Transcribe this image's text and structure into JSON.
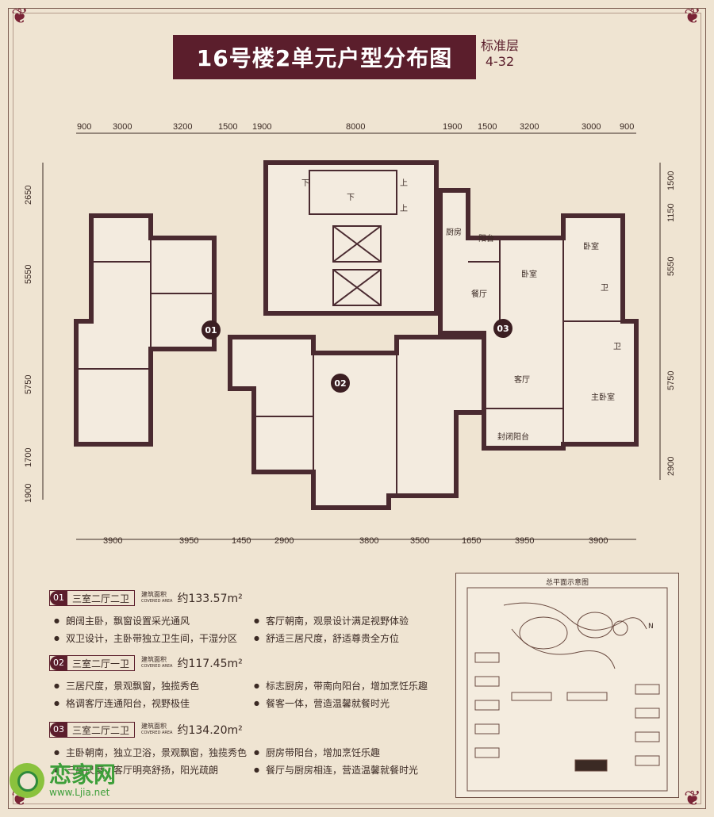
{
  "title": "16号楼2单元户型分布图",
  "floor_label": "标准层",
  "floor_range": "4-32",
  "dims_top": [
    "900",
    "3000",
    "3200",
    "1500",
    "1900",
    "8000",
    "1900",
    "1500",
    "3200",
    "3000",
    "900"
  ],
  "dims_bottom": [
    "3900",
    "3950",
    "1450",
    "2900",
    "3800",
    "3500",
    "1650",
    "3950",
    "3900"
  ],
  "dims_left": [
    "2650",
    "5550",
    "5750",
    "1700",
    "1900"
  ],
  "dims_right": [
    "1500",
    "1150",
    "5550",
    "5750",
    "2900"
  ],
  "rooms": {
    "kitchen": "厨房",
    "balcony": "阳台",
    "bedroom1": "卧室",
    "bedroom2": "卧室",
    "dining": "餐厅",
    "bath1": "卫",
    "bath2": "卫",
    "living": "客厅",
    "master": "主卧室",
    "enclosed_balcony": "封闭阳台",
    "down1": "下",
    "down2": "下",
    "up1": "上",
    "up2": "上"
  },
  "units": [
    "01",
    "02",
    "03"
  ],
  "specs": [
    {
      "num": "01",
      "type": "三室二厅二卫",
      "area_label": "建筑面积",
      "area_label_en": "COVERED AREA",
      "area": "约133.57m²",
      "features": [
        "朗阔主卧，飘窗设置采光通风",
        "客厅朝南，观景设计满足视野体验",
        "双卫设计，主卧带独立卫生间，干湿分区",
        "舒适三居尺度，舒适尊贵全方位"
      ]
    },
    {
      "num": "02",
      "type": "三室二厅一卫",
      "area_label": "建筑面积",
      "area_label_en": "COVERED AREA",
      "area": "约117.45m²",
      "features": [
        "三居尺度，景观飘窗，独揽秀色",
        "标志厨房，带南向阳台，增加烹饪乐趣",
        "格调客厅连通阳台，视野极佳",
        "餐客一体，营造温馨就餐时光"
      ]
    },
    {
      "num": "03",
      "type": "三室二厅二卫",
      "area_label": "建筑面积",
      "area_label_en": "COVERED AREA",
      "area": "约134.20m²",
      "features": [
        "主卧朝南，独立卫浴，景观飘窗，独揽秀色",
        "厨房带阳台，增加烹饪乐趣",
        "三居尺度，客厅明亮舒扬，阳光疏朗",
        "餐厅与厨房相连，营造温馨就餐时光"
      ]
    }
  ],
  "site_map": {
    "title": "总平面示意图",
    "north": "N"
  },
  "watermark": {
    "name": "恋家网",
    "url": "www.Ljia.net"
  },
  "colors": {
    "background": "#efe4d2",
    "accent": "#5b1e2c",
    "wall": "#4a2a30"
  }
}
